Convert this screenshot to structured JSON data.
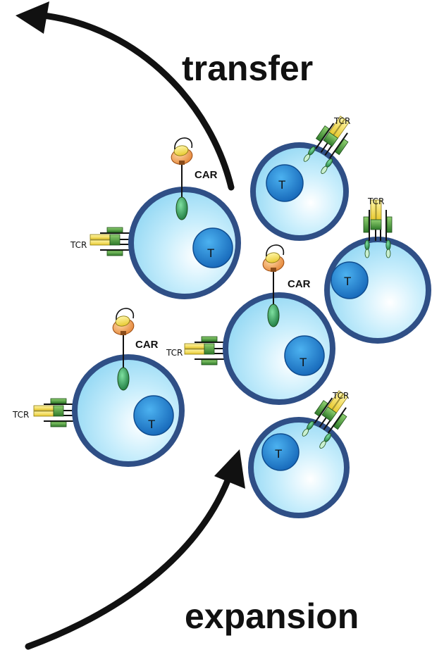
{
  "labels": {
    "transfer": "transfer",
    "expansion": "expansion",
    "car": "CAR",
    "tcr": "TCR",
    "t_cell": "T"
  },
  "colors": {
    "cell_fill": "#aee3f7",
    "cell_border": "#2f4f86",
    "nucleus": "#1f7fd0",
    "tcr_yellow": "#f2e36a",
    "tcr_green": "#3a8a35",
    "car_green": "#2e9e5a",
    "antigen_orange": "#f0a050",
    "arrow": "#111111"
  }
}
